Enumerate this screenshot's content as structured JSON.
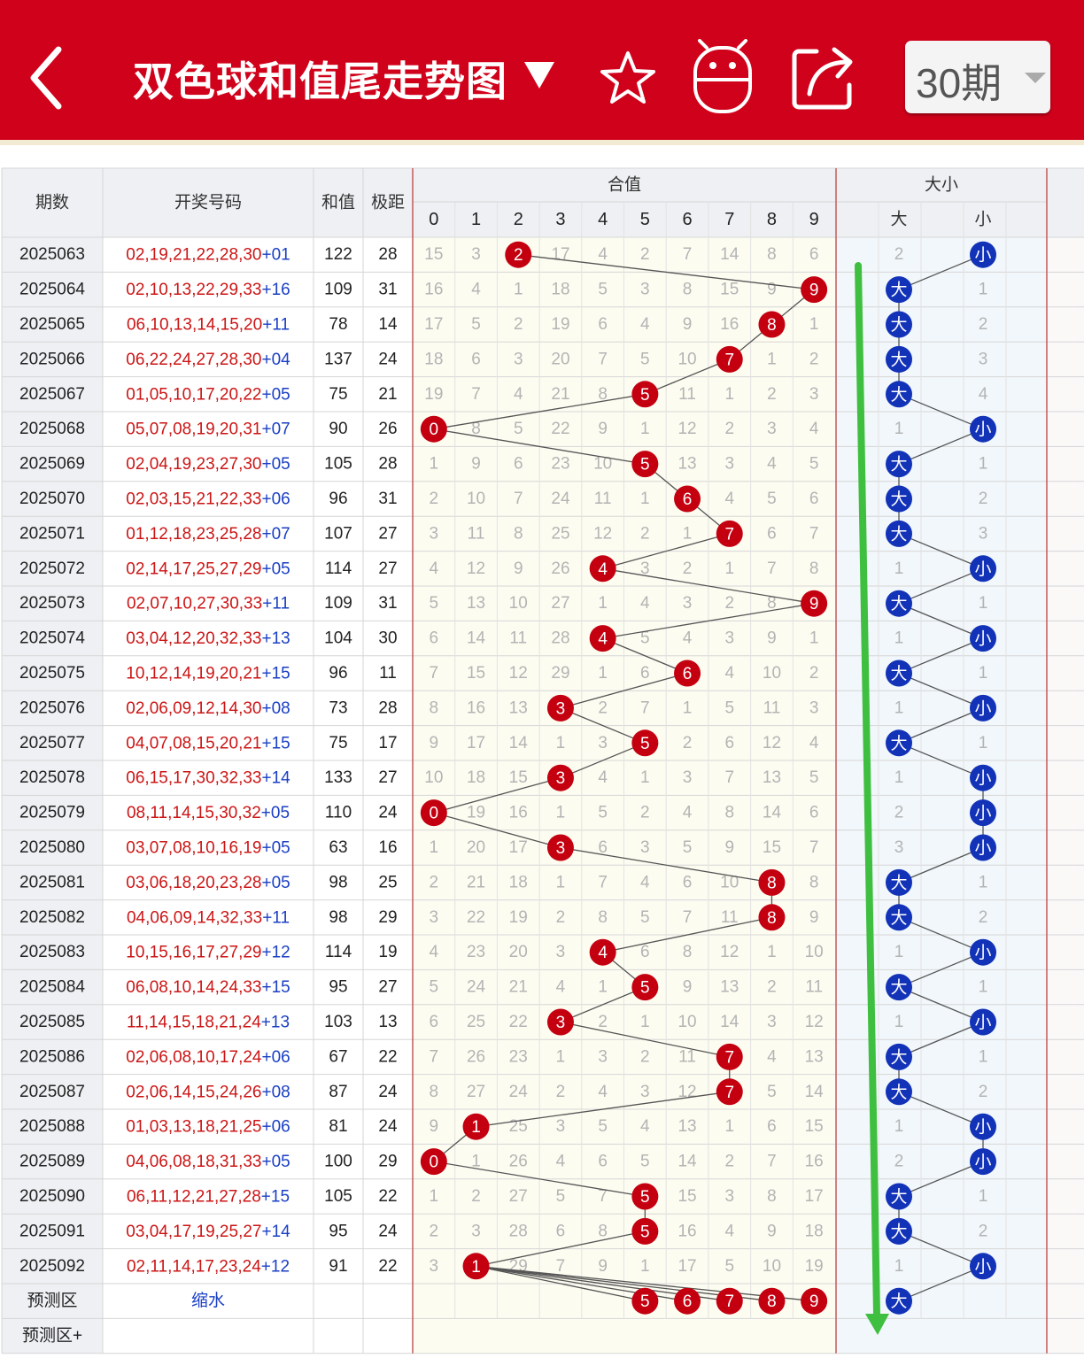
{
  "header": {
    "title": "双色球和值尾走势图",
    "period_selector": "30期",
    "colors": {
      "bar": "#d0021b",
      "ball_red": "#c40010",
      "ball_blue": "#1232b8"
    }
  },
  "table": {
    "col_headers": {
      "period": "期数",
      "numbers": "开奖号码",
      "sum": "和值",
      "span": "极距",
      "group_hezhi": "合值",
      "group_size": "大小",
      "big": "大",
      "small": "小"
    },
    "digits": [
      "0",
      "1",
      "2",
      "3",
      "4",
      "5",
      "6",
      "7",
      "8",
      "9"
    ],
    "rows": [
      {
        "period": "2025063",
        "red": "02,19,21,22,28,30",
        "blue": "+01",
        "sum": 122,
        "span": 28,
        "tail": 2,
        "size": "小",
        "miss": [
          15,
          3,
          null,
          17,
          4,
          2,
          7,
          14,
          8,
          6
        ],
        "size_miss": [
          2,
          null
        ]
      },
      {
        "period": "2025064",
        "red": "02,10,13,22,29,33",
        "blue": "+16",
        "sum": 109,
        "span": 31,
        "tail": 9,
        "size": "大",
        "miss": [
          16,
          4,
          1,
          18,
          5,
          3,
          8,
          15,
          9,
          null
        ],
        "size_miss": [
          null,
          1
        ]
      },
      {
        "period": "2025065",
        "red": "06,10,13,14,15,20",
        "blue": "+11",
        "sum": 78,
        "span": 14,
        "tail": 8,
        "size": "大",
        "miss": [
          17,
          5,
          2,
          19,
          6,
          4,
          9,
          16,
          null,
          1
        ],
        "size_miss": [
          null,
          2
        ]
      },
      {
        "period": "2025066",
        "red": "06,22,24,27,28,30",
        "blue": "+04",
        "sum": 137,
        "span": 24,
        "tail": 7,
        "size": "大",
        "miss": [
          18,
          6,
          3,
          20,
          7,
          5,
          10,
          null,
          1,
          2
        ],
        "size_miss": [
          null,
          3
        ]
      },
      {
        "period": "2025067",
        "red": "01,05,10,17,20,22",
        "blue": "+05",
        "sum": 75,
        "span": 21,
        "tail": 5,
        "size": "大",
        "miss": [
          19,
          7,
          4,
          21,
          8,
          null,
          11,
          1,
          2,
          3
        ],
        "size_miss": [
          null,
          4
        ]
      },
      {
        "period": "2025068",
        "red": "05,07,08,19,20,31",
        "blue": "+07",
        "sum": 90,
        "span": 26,
        "tail": 0,
        "size": "小",
        "miss": [
          null,
          8,
          5,
          22,
          9,
          1,
          12,
          2,
          3,
          4
        ],
        "size_miss": [
          1,
          null
        ]
      },
      {
        "period": "2025069",
        "red": "02,04,19,23,27,30",
        "blue": "+05",
        "sum": 105,
        "span": 28,
        "tail": 5,
        "size": "大",
        "miss": [
          1,
          9,
          6,
          23,
          10,
          null,
          13,
          3,
          4,
          5
        ],
        "size_miss": [
          null,
          1
        ]
      },
      {
        "period": "2025070",
        "red": "02,03,15,21,22,33",
        "blue": "+06",
        "sum": 96,
        "span": 31,
        "tail": 6,
        "size": "大",
        "miss": [
          2,
          10,
          7,
          24,
          11,
          1,
          null,
          4,
          5,
          6
        ],
        "size_miss": [
          null,
          2
        ]
      },
      {
        "period": "2025071",
        "red": "01,12,18,23,25,28",
        "blue": "+07",
        "sum": 107,
        "span": 27,
        "tail": 7,
        "size": "大",
        "miss": [
          3,
          11,
          8,
          25,
          12,
          2,
          1,
          null,
          6,
          7
        ],
        "size_miss": [
          null,
          3
        ]
      },
      {
        "period": "2025072",
        "red": "02,14,17,25,27,29",
        "blue": "+05",
        "sum": 114,
        "span": 27,
        "tail": 4,
        "size": "小",
        "miss": [
          4,
          12,
          9,
          26,
          null,
          3,
          2,
          1,
          7,
          8
        ],
        "size_miss": [
          1,
          null
        ]
      },
      {
        "period": "2025073",
        "red": "02,07,10,27,30,33",
        "blue": "+11",
        "sum": 109,
        "span": 31,
        "tail": 9,
        "size": "大",
        "miss": [
          5,
          13,
          10,
          27,
          1,
          4,
          3,
          2,
          8,
          null
        ],
        "size_miss": [
          null,
          1
        ]
      },
      {
        "period": "2025074",
        "red": "03,04,12,20,32,33",
        "blue": "+13",
        "sum": 104,
        "span": 30,
        "tail": 4,
        "size": "小",
        "miss": [
          6,
          14,
          11,
          28,
          null,
          5,
          4,
          3,
          9,
          1
        ],
        "size_miss": [
          1,
          null
        ]
      },
      {
        "period": "2025075",
        "red": "10,12,14,19,20,21",
        "blue": "+15",
        "sum": 96,
        "span": 11,
        "tail": 6,
        "size": "大",
        "miss": [
          7,
          15,
          12,
          29,
          1,
          6,
          null,
          4,
          10,
          2
        ],
        "size_miss": [
          null,
          1
        ]
      },
      {
        "period": "2025076",
        "red": "02,06,09,12,14,30",
        "blue": "+08",
        "sum": 73,
        "span": 28,
        "tail": 3,
        "size": "小",
        "miss": [
          8,
          16,
          13,
          null,
          2,
          7,
          1,
          5,
          11,
          3
        ],
        "size_miss": [
          1,
          null
        ]
      },
      {
        "period": "2025077",
        "red": "04,07,08,15,20,21",
        "blue": "+15",
        "sum": 75,
        "span": 17,
        "tail": 5,
        "size": "大",
        "miss": [
          9,
          17,
          14,
          1,
          3,
          null,
          2,
          6,
          12,
          4
        ],
        "size_miss": [
          null,
          1
        ]
      },
      {
        "period": "2025078",
        "red": "06,15,17,30,32,33",
        "blue": "+14",
        "sum": 133,
        "span": 27,
        "tail": 3,
        "size": "小",
        "miss": [
          10,
          18,
          15,
          null,
          4,
          1,
          3,
          7,
          13,
          5
        ],
        "size_miss": [
          1,
          null
        ]
      },
      {
        "period": "2025079",
        "red": "08,11,14,15,30,32",
        "blue": "+05",
        "sum": 110,
        "span": 24,
        "tail": 0,
        "size": "小",
        "miss": [
          null,
          19,
          16,
          1,
          5,
          2,
          4,
          8,
          14,
          6
        ],
        "size_miss": [
          2,
          null
        ]
      },
      {
        "period": "2025080",
        "red": "03,07,08,10,16,19",
        "blue": "+05",
        "sum": 63,
        "span": 16,
        "tail": 3,
        "size": "小",
        "miss": [
          1,
          20,
          17,
          null,
          6,
          3,
          5,
          9,
          15,
          7
        ],
        "size_miss": [
          3,
          null
        ]
      },
      {
        "period": "2025081",
        "red": "03,06,18,20,23,28",
        "blue": "+05",
        "sum": 98,
        "span": 25,
        "tail": 8,
        "size": "大",
        "miss": [
          2,
          21,
          18,
          1,
          7,
          4,
          6,
          10,
          null,
          8
        ],
        "size_miss": [
          null,
          1
        ]
      },
      {
        "period": "2025082",
        "red": "04,06,09,14,32,33",
        "blue": "+11",
        "sum": 98,
        "span": 29,
        "tail": 8,
        "size": "大",
        "miss": [
          3,
          22,
          19,
          2,
          8,
          5,
          7,
          11,
          null,
          9
        ],
        "size_miss": [
          null,
          2
        ]
      },
      {
        "period": "2025083",
        "red": "10,15,16,17,27,29",
        "blue": "+12",
        "sum": 114,
        "span": 19,
        "tail": 4,
        "size": "小",
        "miss": [
          4,
          23,
          20,
          3,
          null,
          6,
          8,
          12,
          1,
          10
        ],
        "size_miss": [
          1,
          null
        ]
      },
      {
        "period": "2025084",
        "red": "06,08,10,14,24,33",
        "blue": "+15",
        "sum": 95,
        "span": 27,
        "tail": 5,
        "size": "大",
        "miss": [
          5,
          24,
          21,
          4,
          1,
          null,
          9,
          13,
          2,
          11
        ],
        "size_miss": [
          null,
          1
        ]
      },
      {
        "period": "2025085",
        "red": "11,14,15,18,21,24",
        "blue": "+13",
        "sum": 103,
        "span": 13,
        "tail": 3,
        "size": "小",
        "miss": [
          6,
          25,
          22,
          null,
          2,
          1,
          10,
          14,
          3,
          12
        ],
        "size_miss": [
          1,
          null
        ]
      },
      {
        "period": "2025086",
        "red": "02,06,08,10,17,24",
        "blue": "+06",
        "sum": 67,
        "span": 22,
        "tail": 7,
        "size": "大",
        "miss": [
          7,
          26,
          23,
          1,
          3,
          2,
          11,
          null,
          4,
          13
        ],
        "size_miss": [
          null,
          1
        ]
      },
      {
        "period": "2025087",
        "red": "02,06,14,15,24,26",
        "blue": "+08",
        "sum": 87,
        "span": 24,
        "tail": 7,
        "size": "大",
        "miss": [
          8,
          27,
          24,
          2,
          4,
          3,
          12,
          null,
          5,
          14
        ],
        "size_miss": [
          null,
          2
        ]
      },
      {
        "period": "2025088",
        "red": "01,03,13,18,21,25",
        "blue": "+06",
        "sum": 81,
        "span": 24,
        "tail": 1,
        "size": "小",
        "miss": [
          9,
          null,
          25,
          3,
          5,
          4,
          13,
          1,
          6,
          15
        ],
        "size_miss": [
          1,
          null
        ]
      },
      {
        "period": "2025089",
        "red": "04,06,08,18,31,33",
        "blue": "+05",
        "sum": 100,
        "span": 29,
        "tail": 0,
        "size": "小",
        "miss": [
          null,
          1,
          26,
          4,
          6,
          5,
          14,
          2,
          7,
          16
        ],
        "size_miss": [
          2,
          null
        ]
      },
      {
        "period": "2025090",
        "red": "06,11,12,21,27,28",
        "blue": "+15",
        "sum": 105,
        "span": 22,
        "tail": 5,
        "size": "大",
        "miss": [
          1,
          2,
          27,
          5,
          7,
          null,
          15,
          3,
          8,
          17
        ],
        "size_miss": [
          null,
          1
        ]
      },
      {
        "period": "2025091",
        "red": "03,04,17,19,25,27",
        "blue": "+14",
        "sum": 95,
        "span": 24,
        "tail": 5,
        "size": "大",
        "miss": [
          2,
          3,
          28,
          6,
          8,
          null,
          16,
          4,
          9,
          18
        ],
        "size_miss": [
          null,
          2
        ]
      },
      {
        "period": "2025092",
        "red": "02,11,14,17,23,24",
        "blue": "+12",
        "sum": 91,
        "span": 22,
        "tail": 1,
        "size": "小",
        "miss": [
          3,
          null,
          29,
          7,
          9,
          1,
          17,
          5,
          10,
          19
        ],
        "size_miss": [
          1,
          null
        ]
      }
    ],
    "prediction": {
      "label": "预测区",
      "action": "缩水",
      "picks": [
        5,
        6,
        7,
        8,
        9
      ],
      "size_pick": "大"
    },
    "prediction_plus": {
      "label": "预测区+"
    }
  }
}
